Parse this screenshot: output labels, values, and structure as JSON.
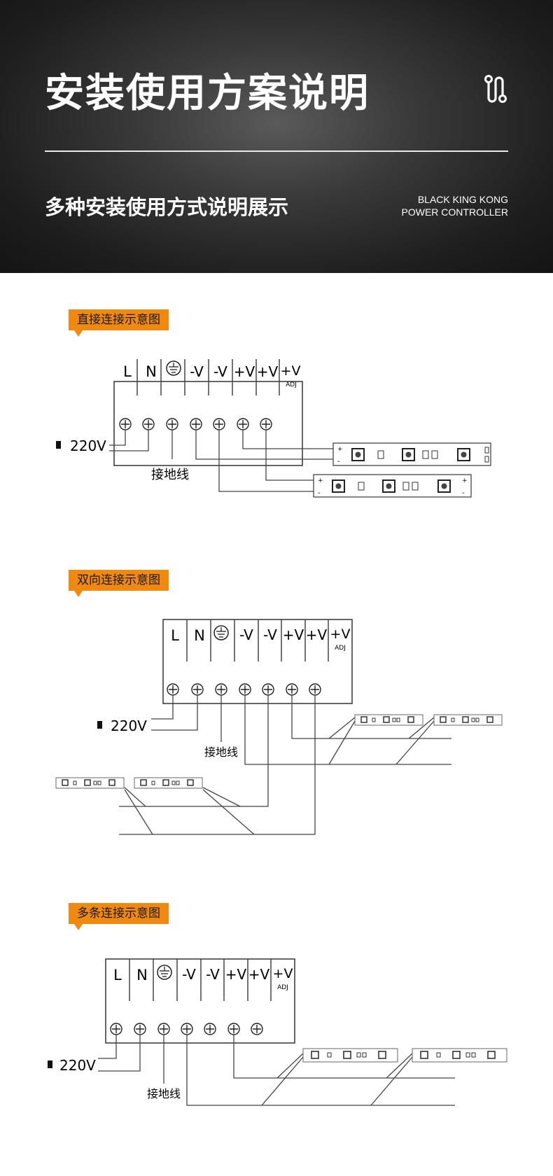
{
  "header": {
    "title": "安装使用方案说明",
    "subtitle": "多种安装使用方式说明展示",
    "english_line1": "BLACK KING KONG",
    "english_line2": "POWER CONTROLLER"
  },
  "terminal_labels": [
    "L",
    "N",
    "-V",
    "-V",
    "+V",
    "+V",
    "+V"
  ],
  "adj_label": "ADJ",
  "voltage_label": "220V",
  "ground_label": "接地线",
  "sections": [
    {
      "tag": "直接连接示意图"
    },
    {
      "tag": "双向连接示意图"
    },
    {
      "tag": "多条连接示意图"
    }
  ]
}
